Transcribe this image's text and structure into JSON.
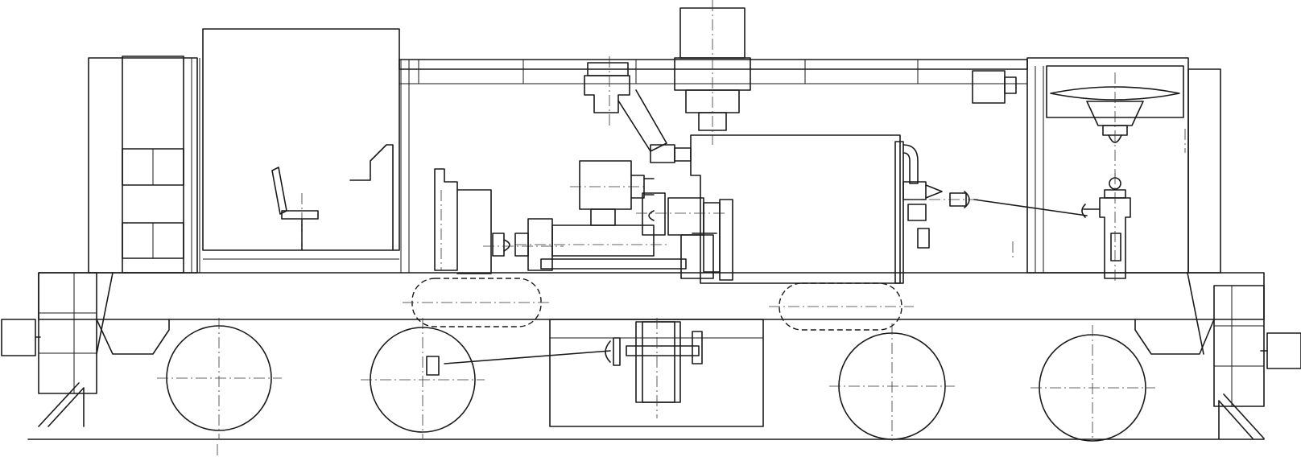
{
  "drawing": {
    "line_color": "#1a1a1a",
    "background": "#ffffff"
  },
  "components": [
    "locomotive-body",
    "underframe",
    "left-cab",
    "driver-seat",
    "control-desk",
    "engine-room",
    "diesel-engine",
    "exhaust-silencer",
    "main-generator",
    "air-compressor",
    "radiator-cooling-fan",
    "fuel-tank",
    "air-reservoirs",
    "wheelsets",
    "buffers",
    "transmission-shafts"
  ]
}
